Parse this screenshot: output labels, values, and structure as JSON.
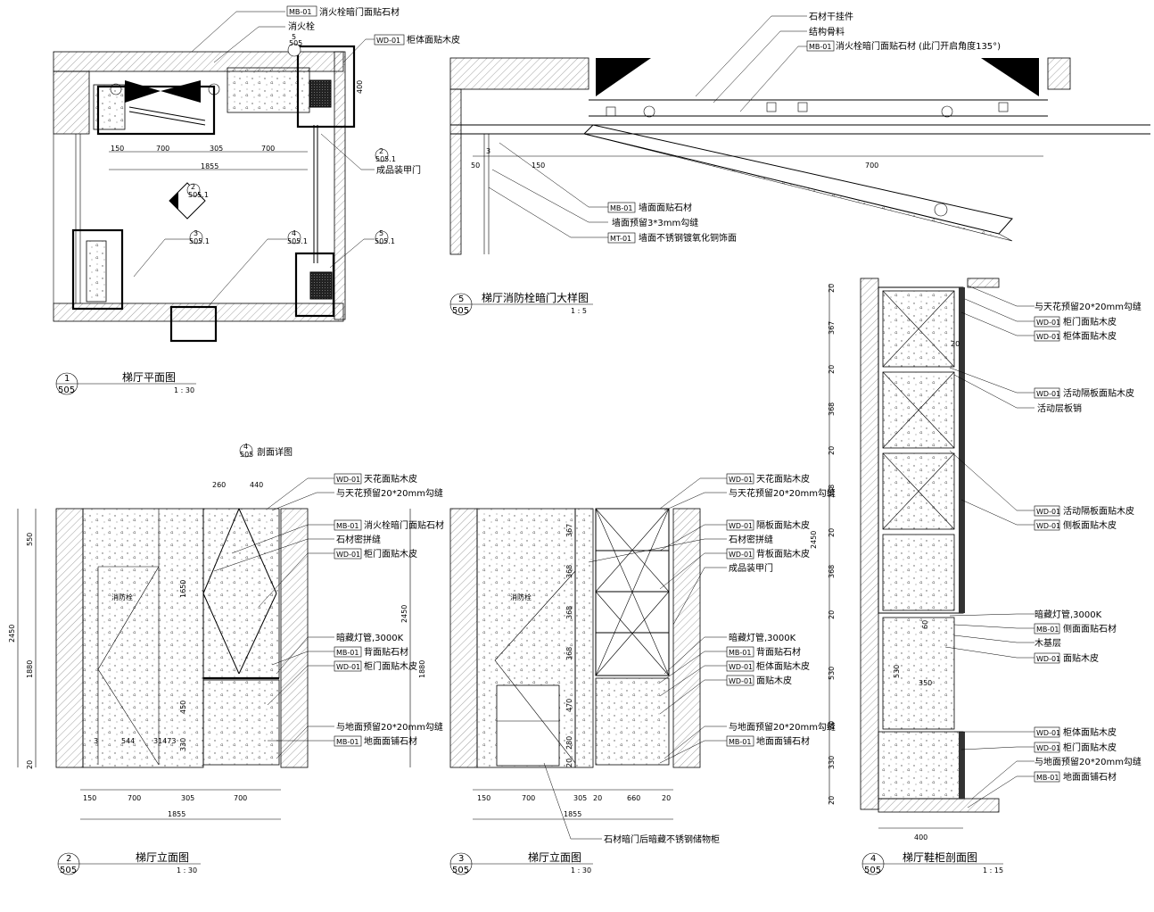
{
  "plan": {
    "labels": {
      "mb01_door": "消火栓暗门面贴石材",
      "hydrant": "消火栓",
      "wd01_body": "柜体面贴木皮",
      "finished_door": "成品装甲门",
      "tag_mb": "MB-01",
      "tag_wd": "WD-01"
    },
    "ref_5": "5",
    "ref_505": "505",
    "ref_2": "2",
    "ref_5051": "505.1",
    "ref_3": "3",
    "ref_4": "4",
    "dims": {
      "d150": "150",
      "d700a": "700",
      "d305": "305",
      "d700b": "700",
      "d1855": "1855",
      "d400": "400"
    },
    "title": {
      "num": "1",
      "sheet": "505",
      "name": "梯厅平面图",
      "scale": "1 : 30"
    }
  },
  "detail5": {
    "labels": {
      "stone_hanger": "石材干挂件",
      "structure": "结构骨料",
      "mb01_door": "消火栓暗门面贴石材 (此门开启角度135°)",
      "wall_stone": "墙面面贴石材",
      "gap": "墙面预留3*3mm勾缝",
      "metal": "墙面不锈钢镀氧化铜饰面",
      "tag_mb": "MB-01",
      "tag_mt": "MT-01"
    },
    "dims": {
      "d3": "3",
      "d50": "50",
      "d150": "150",
      "d700": "700"
    },
    "title": {
      "num": "5",
      "sheet": "505",
      "name": "梯厅消防栓暗门大样图",
      "scale": "1 : 5"
    }
  },
  "elev2": {
    "labels": {
      "section_ref": "剖面详图",
      "ceiling": "天花面贴木皮",
      "ceiling_gap": "与天花预留20*20mm勾缝",
      "mb01_door": "消火栓暗门面贴石材",
      "joint": "石材密拼缝",
      "door_wd": "柜门面贴木皮",
      "lamp": "暗藏灯管,3000K",
      "back": "背面贴石材",
      "door_wd2": "柜门面贴木皮",
      "floor_gap": "与地面预留20*20mm勾缝",
      "floor": "地面面铺石材",
      "hydrant": "消防栓",
      "tag_wd": "WD-01",
      "tag_mb": "MB-01"
    },
    "sec_num": "4",
    "sec_sheet": "505",
    "dims": {
      "d260": "260",
      "d440": "440",
      "d550": "550",
      "d2450": "2450",
      "d1880": "1880",
      "d1650": "1650",
      "d450": "450",
      "d330": "330",
      "d20": "20",
      "d3": "3",
      "d544": "544",
      "d31473": "31473",
      "d150": "150",
      "d700a": "700",
      "d305": "305",
      "d700b": "700",
      "d1855": "1855"
    },
    "title": {
      "num": "2",
      "sheet": "505",
      "name": "梯厅立面图",
      "scale": "1 : 30"
    }
  },
  "elev3": {
    "labels": {
      "ceiling": "天花面贴木皮",
      "ceiling_gap": "与天花预留20*20mm勾缝",
      "shelf": "隔板面贴木皮",
      "joint": "石材密拼缝",
      "back": "背板面贴木皮",
      "finished_door": "成品装甲门",
      "lamp": "暗藏灯管,3000K",
      "back_stone": "背面贴石材",
      "body": "柜体面贴木皮",
      "face": "面贴木皮",
      "floor_gap": "与地面预留20*20mm勾缝",
      "floor": "地面面铺石材",
      "hidden": "石材暗门后暗藏不锈钢储物柜",
      "hydrant": "消防栓",
      "tag_wd": "WD-01",
      "tag_mb": "MB-01"
    },
    "dims": {
      "d367": "367",
      "d368a": "368",
      "d368b": "368",
      "d368c": "368",
      "d470": "470",
      "d280": "280",
      "d20": "20",
      "d2450": "2450",
      "d1880": "1880",
      "d150": "150",
      "d700": "700",
      "d305": "305",
      "d20a": "20",
      "d660": "660",
      "d20b": "20",
      "d1855": "1855"
    },
    "title": {
      "num": "3",
      "sheet": "505",
      "name": "梯厅立面图",
      "scale": "1 : 30"
    }
  },
  "section4": {
    "labels": {
      "ceiling_gap": "与天花预留20*20mm勾缝",
      "door": "柜门面贴木皮",
      "body": "柜体面贴木皮",
      "shelf": "活动隔板面贴木皮",
      "pin": "活动层板销",
      "shelf2": "活动隔板面贴木皮",
      "side": "侧板面贴木皮",
      "lamp": "暗藏灯管,3000K",
      "side_stone": "侧面面贴石材",
      "wood_base": "木基层",
      "face": "面贴木皮",
      "body2": "柜体面贴木皮",
      "door2": "柜门面贴木皮",
      "floor_gap": "与地面预留20*20mm勾缝",
      "floor": "地面面铺石材",
      "tag_wd": "WD-01",
      "tag_mb": "MB-01"
    },
    "dims": {
      "d20": "20",
      "d367": "367",
      "d368": "368",
      "d530": "530",
      "d330": "330",
      "d2450": "2450",
      "d400": "400",
      "d350": "350",
      "d20b": "20",
      "d60": "60"
    },
    "title": {
      "num": "4",
      "sheet": "505",
      "name": "梯厅鞋柜剖面图",
      "scale": "1 : 15"
    }
  }
}
